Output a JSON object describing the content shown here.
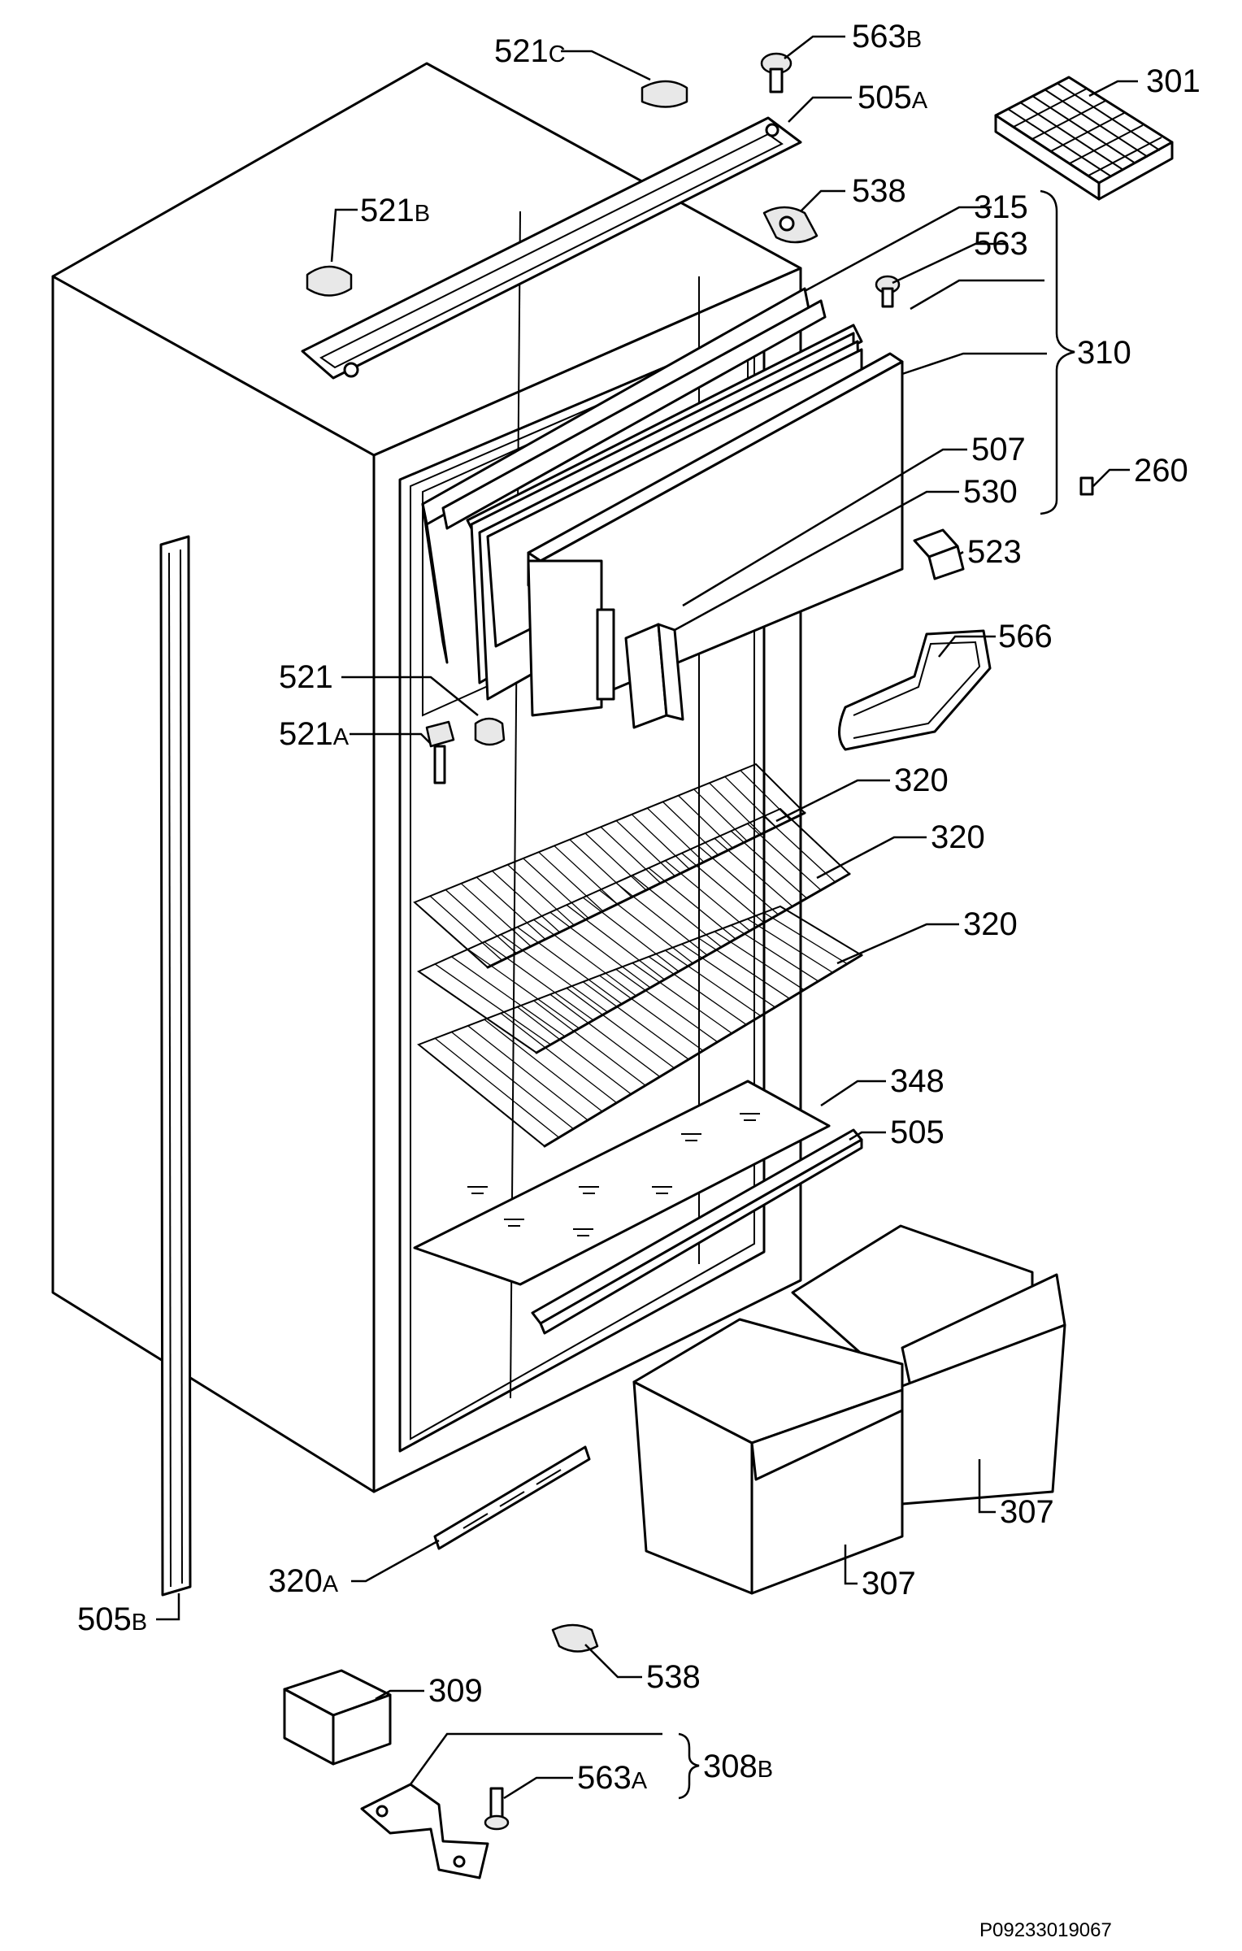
{
  "labels": {
    "l521c": {
      "num": "521",
      "suffix": "C"
    },
    "l563b": {
      "num": "563",
      "suffix": "B"
    },
    "l505a": {
      "num": "505",
      "suffix": "A"
    },
    "l301": {
      "num": "301",
      "suffix": ""
    },
    "l521b": {
      "num": "521",
      "suffix": "B"
    },
    "l538top": {
      "num": "538",
      "suffix": ""
    },
    "l315": {
      "num": "315",
      "suffix": ""
    },
    "l563": {
      "num": "563",
      "suffix": ""
    },
    "l310": {
      "num": "310",
      "suffix": ""
    },
    "l260": {
      "num": "260",
      "suffix": ""
    },
    "l507": {
      "num": "507",
      "suffix": ""
    },
    "l530": {
      "num": "530",
      "suffix": ""
    },
    "l523": {
      "num": "523",
      "suffix": ""
    },
    "l566": {
      "num": "566",
      "suffix": ""
    },
    "l521": {
      "num": "521",
      "suffix": ""
    },
    "l521a": {
      "num": "521",
      "suffix": "A"
    },
    "l320a1": {
      "num": "320",
      "suffix": ""
    },
    "l320b": {
      "num": "320",
      "suffix": ""
    },
    "l320c": {
      "num": "320",
      "suffix": ""
    },
    "l348": {
      "num": "348",
      "suffix": ""
    },
    "l505": {
      "num": "505",
      "suffix": ""
    },
    "l307r": {
      "num": "307",
      "suffix": ""
    },
    "l307l": {
      "num": "307",
      "suffix": ""
    },
    "l320A": {
      "num": "320",
      "suffix": "A"
    },
    "l505b": {
      "num": "505",
      "suffix": "B"
    },
    "l538bot": {
      "num": "538",
      "suffix": ""
    },
    "l309": {
      "num": "309",
      "suffix": ""
    },
    "l563a": {
      "num": "563",
      "suffix": "A"
    },
    "l308b": {
      "num": "308",
      "suffix": "B"
    }
  },
  "drawing_code": "P09233019067"
}
